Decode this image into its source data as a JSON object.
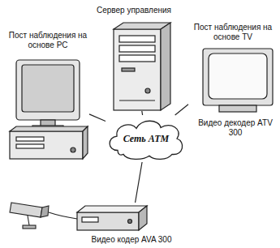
{
  "diagram": {
    "nodes": [
      {
        "text": [
          "Пост наблюдения на основе PC"
        ]
      },
      {
        "text": [
          "Сервер управления"
        ]
      },
      {
        "text": [
          "Пост наблюдения на основе TV"
        ]
      },
      {
        "text": [
          "Сеть ATM"
        ]
      },
      {
        "text": [
          "Видео кодер AVA 300"
        ]
      }
    ],
    "edges": [
      {
        "from": 3,
        "to": 0,
        "arrow": "none"
      },
      {
        "from": 3,
        "to": 1,
        "arrow": "none"
      },
      {
        "from": 3,
        "to": 2,
        "arrow": "none"
      },
      {
        "from": 3,
        "to": 4,
        "arrow": "none"
      }
    ],
    "labels": [
      "Видео декодер ATV 300"
    ]
  }
}
